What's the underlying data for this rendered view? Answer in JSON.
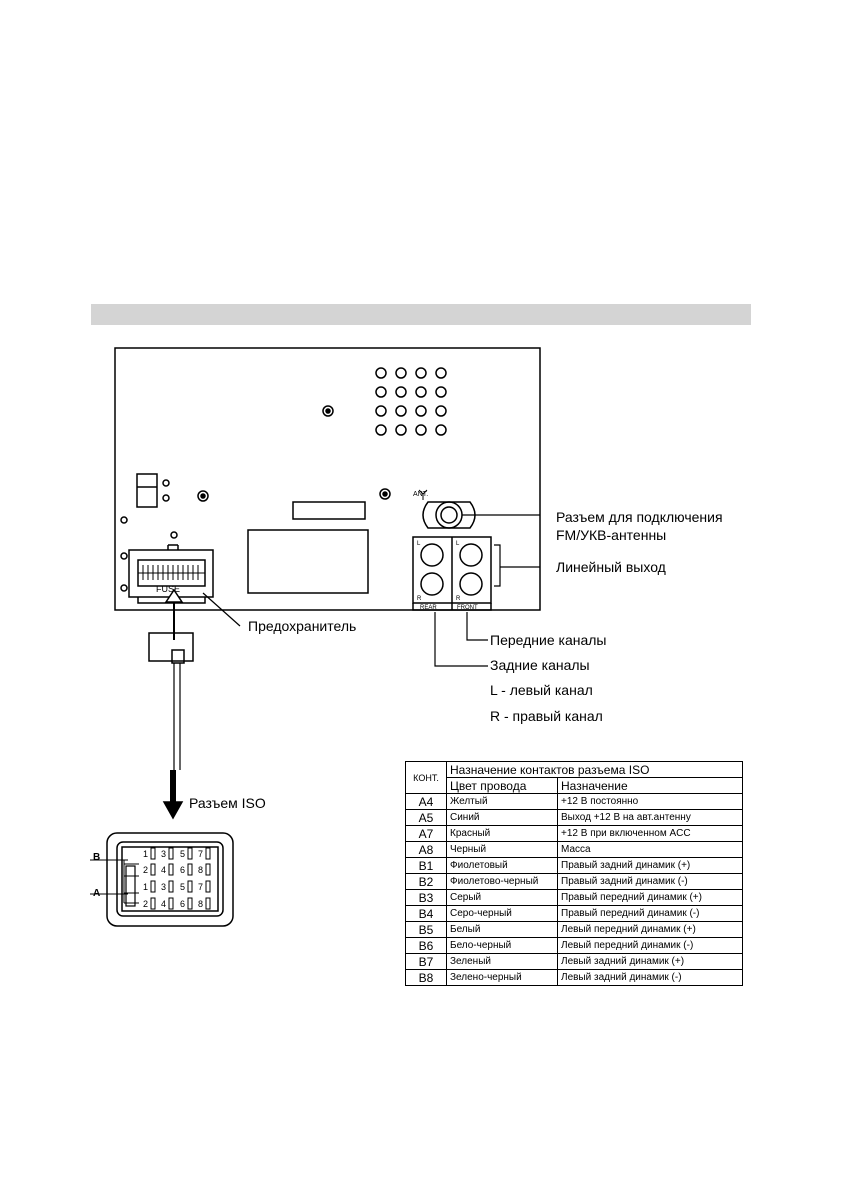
{
  "labels": {
    "antenna_line1": "Разъем для подключения",
    "antenna_line2": "FM/УКВ-антенны",
    "line_out": "Линейный выход",
    "fuse": "Предохранитель",
    "front_channels": "Передние каналы",
    "rear_channels": "Задние каналы",
    "left_channel": "L - левый канал",
    "right_channel": "R - правый канал",
    "iso_connector": "Разъем ISO",
    "ant_mark": "ANT.",
    "fuse_mark": "FUSE",
    "rear_mark": "REAR",
    "front_mark": "FRONT",
    "rca_left": "L",
    "rca_right": "R",
    "row_b": "B",
    "row_a": "A"
  },
  "pin_numbers": {
    "top": [
      "1",
      "3",
      "5",
      "7"
    ],
    "bottom": [
      "2",
      "4",
      "6",
      "8"
    ]
  },
  "table": {
    "kont_header": "КОНТ.",
    "title": "Назначение контактов разъема ISO",
    "col_color": "Цвет провода",
    "col_purpose": "Назначение",
    "rows": [
      {
        "code": "A4",
        "color": "Желтый",
        "purpose": "+12 В постоянно"
      },
      {
        "code": "A5",
        "color": "Синий",
        "purpose": "Выход +12 В на авт.антенну"
      },
      {
        "code": "A7",
        "color": "Красный",
        "purpose": "+12 В при включенном ACC"
      },
      {
        "code": "A8",
        "color": "Черный",
        "purpose": "Масса"
      },
      {
        "code": "B1",
        "color": "Фиолетовый",
        "purpose": "Правый задний динамик (+)"
      },
      {
        "code": "B2",
        "color": "Фиолетово-черный",
        "purpose": "Правый задний динамик (-)"
      },
      {
        "code": "B3",
        "color": "Серый",
        "purpose": "Правый передний динамик (+)"
      },
      {
        "code": "B4",
        "color": "Серо-черный",
        "purpose": "Правый передний динамик (-)"
      },
      {
        "code": "B5",
        "color": "Белый",
        "purpose": "Левый передний динамик (+)"
      },
      {
        "code": "B6",
        "color": "Бело-черный",
        "purpose": "Левый передний динамик (-)"
      },
      {
        "code": "B7",
        "color": "Зеленый",
        "purpose": "Левый задний динамик (+)"
      },
      {
        "code": "B8",
        "color": "Зелено-черный",
        "purpose": "Левый задний динамик (-)"
      }
    ]
  }
}
